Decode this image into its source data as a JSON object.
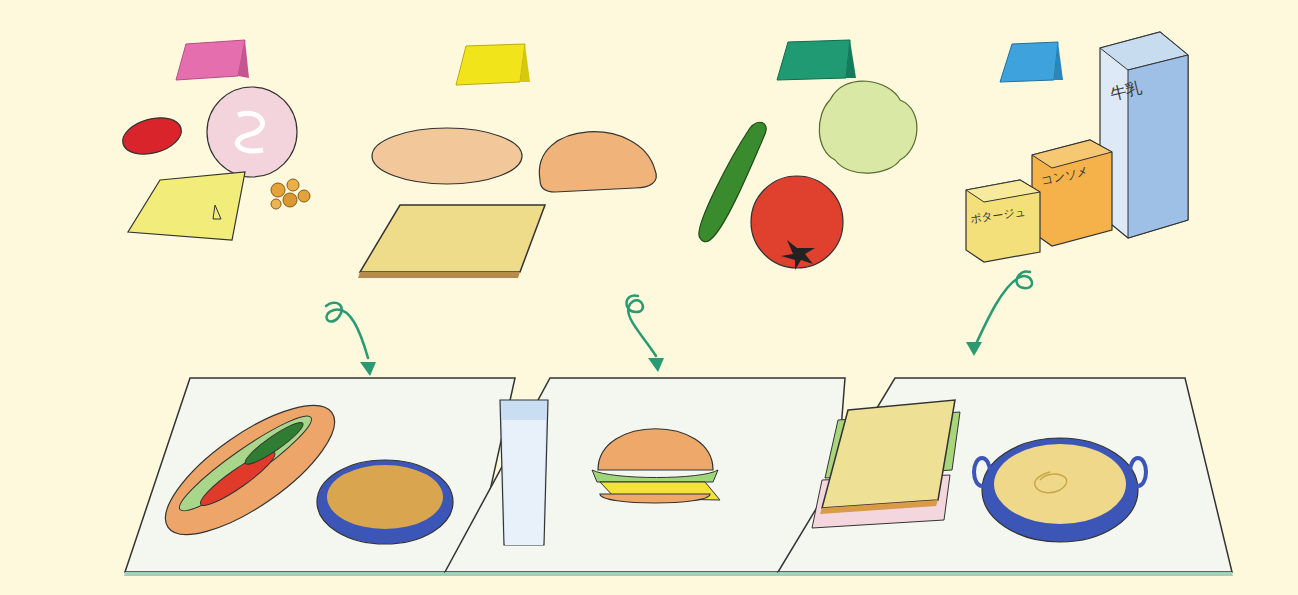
{
  "diagram": {
    "labels": [
      "ポタージュ",
      "コンソメ",
      "牛乳"
    ]
  }
}
